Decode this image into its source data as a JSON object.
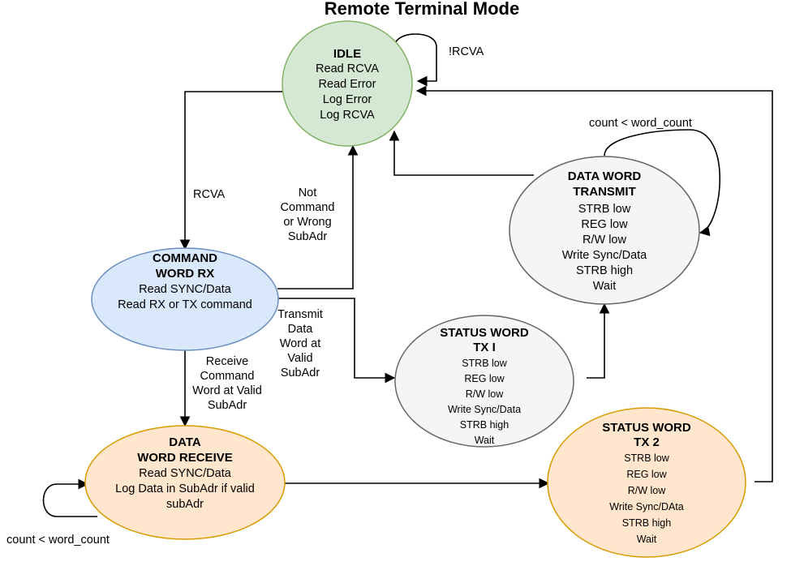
{
  "title": "Remote Terminal Mode",
  "colors": {
    "idle_fill": "#d5e8d4",
    "idle_stroke": "#82b366",
    "cmd_fill": "#dae8fc",
    "cmd_stroke": "#6c8ebf",
    "data_fill": "#ffe6cc",
    "data_stroke": "#d79b00",
    "gray_fill": "#f5f5f5",
    "gray_stroke": "#666666",
    "edge": "#000000"
  },
  "states": {
    "idle": {
      "title": "IDLE",
      "lines": [
        "Read RCVA",
        "Read Error",
        "Log Error",
        "Log RCVA"
      ]
    },
    "command": {
      "title": [
        "COMMAND",
        "WORD RX"
      ],
      "lines": [
        "Read SYNC/Data",
        "Read RX or TX command"
      ]
    },
    "data_receive": {
      "title": [
        "DATA",
        "WORD RECEIVE"
      ],
      "lines": [
        "Read SYNC/Data",
        "Log Data in SubAdr if valid",
        "subAdr"
      ]
    },
    "status1": {
      "title": [
        "STATUS WORD",
        "TX I"
      ],
      "lines": [
        "STRB low",
        "REG low",
        "R/W low",
        "Write Sync/Data",
        "STRB high",
        "Wait"
      ]
    },
    "status2": {
      "title": [
        "STATUS WORD",
        "TX 2"
      ],
      "lines": [
        "STRB low",
        "REG low",
        "R/W low",
        "Write Sync/DAta",
        "STRB high",
        "Wait"
      ]
    },
    "data_transmit": {
      "title": [
        "DATA WORD",
        "TRANSMIT"
      ],
      "lines": [
        "STRB low",
        "REG low",
        "R/W low",
        "Write Sync/Data",
        "STRB high",
        "Wait"
      ]
    }
  },
  "edges": {
    "idle_self": "!RCVA",
    "idle_to_command": "RCVA",
    "command_to_idle": [
      "Not",
      "Command",
      "or Wrong",
      "SubAdr"
    ],
    "command_to_status1": [
      "Transmit",
      "Data",
      "Word at",
      "Valid",
      "SubAdr"
    ],
    "command_to_data": [
      "Receive",
      "Command",
      "Word at Valid",
      "SubAdr"
    ],
    "data_self": "count < word_count",
    "transmit_self": "count < word_count"
  }
}
